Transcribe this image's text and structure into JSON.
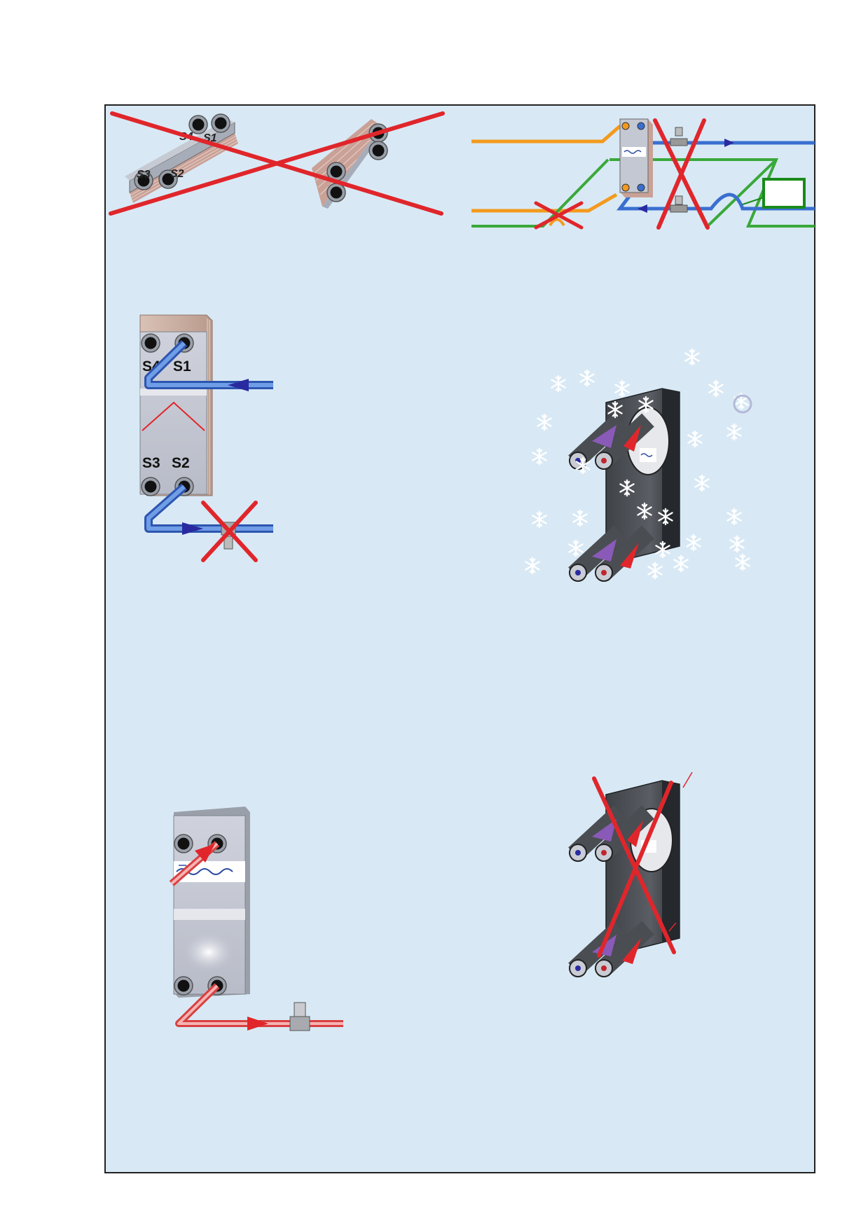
{
  "colors": {
    "background": "#d8e9f5",
    "cross": "#e0262b",
    "cold_pipe": "#3a6fd0",
    "hot_pipe": "#ee7070",
    "refrigerant": "#f39a1e",
    "drain": "#3aa83a",
    "arrow": "#2a2aa0"
  },
  "icons": [
    "snowflake-icon",
    "alfa-laval-logo-icon",
    "valve-icon"
  ],
  "figure_top_left": {
    "labels": [
      "S4",
      "S1",
      "S3",
      "S2"
    ]
  },
  "figure_mid_left": {
    "labels": {
      "s4": "S4",
      "s1": "S1",
      "s3": "S3",
      "s2": "S2"
    }
  }
}
